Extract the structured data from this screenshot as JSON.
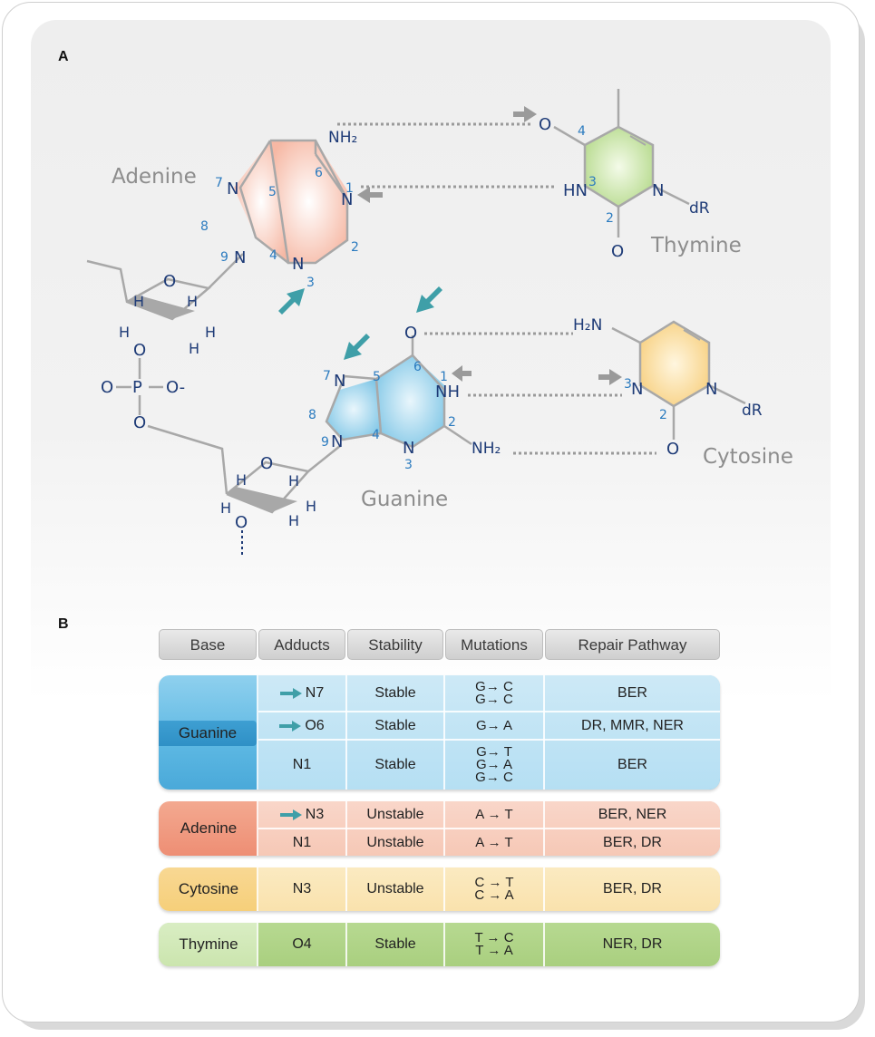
{
  "panel_a": {
    "label": "A",
    "adenine": {
      "name": "Adenine",
      "nh2": "NH₂",
      "nums": [
        "7",
        "5",
        "6",
        "1",
        "8",
        "9",
        "4",
        "2",
        "3"
      ]
    },
    "thymine": {
      "name": "Thymine",
      "hn": "HN",
      "dr": "dR",
      "nums": [
        "4",
        "3",
        "2"
      ]
    },
    "guanine": {
      "name": "Guanine",
      "nh": "NH",
      "nh2": "NH₂",
      "nums": [
        "7",
        "5",
        "6",
        "1",
        "8",
        "9",
        "4",
        "2",
        "3"
      ]
    },
    "cytosine": {
      "name": "Cytosine",
      "h2n": "H₂N",
      "dr": "dR",
      "nums": [
        "3",
        "2"
      ]
    },
    "backbone": {
      "p": "P",
      "o_minus": "O-"
    }
  },
  "panel_b": {
    "label": "B",
    "headers": [
      "Base",
      "Adducts",
      "Stability",
      "Mutations",
      "Repair Pathway"
    ],
    "guanine": {
      "base": "Guanine",
      "rows": [
        {
          "adduct": "N7",
          "stability": "Stable",
          "mutations": [
            "G→ C",
            "G→ C"
          ],
          "repair": "BER"
        },
        {
          "adduct": "O6",
          "stability": "Stable",
          "mutations": [
            "G→ A"
          ],
          "repair": "DR, MMR, NER"
        },
        {
          "adduct": "N1",
          "stability": "Stable",
          "mutations": [
            "G→ T",
            "G→ A",
            "G→ C"
          ],
          "repair": "BER"
        }
      ]
    },
    "adenine": {
      "base": "Adenine",
      "rows": [
        {
          "adduct": "N3",
          "stability": "Unstable",
          "mutations": [
            "A → T"
          ],
          "repair": "BER, NER"
        },
        {
          "adduct": "N1",
          "stability": "Unstable",
          "mutations": [
            "A → T"
          ],
          "repair": "BER, DR"
        }
      ]
    },
    "cytosine": {
      "base": "Cytosine",
      "rows": [
        {
          "adduct": "N3",
          "stability": "Unstable",
          "mutations": [
            "C → T",
            "C → A"
          ],
          "repair": "BER, DR"
        }
      ]
    },
    "thymine": {
      "base": "Thymine",
      "rows": [
        {
          "adduct": "O4",
          "stability": "Stable",
          "mutations": [
            "T → C",
            "T → A"
          ],
          "repair": "NER, DR"
        }
      ]
    }
  },
  "colors": {
    "teal_arrow": "#3f9fa8",
    "gray_arrow": "#9a9a9a",
    "atom_blue": "#1e3b77",
    "number_blue": "#2b7bbf",
    "guanine": "#5db8e3",
    "adenine": "#ee8e74",
    "cytosine": "#f6cf7a",
    "thymine": "#a9cf7f"
  }
}
